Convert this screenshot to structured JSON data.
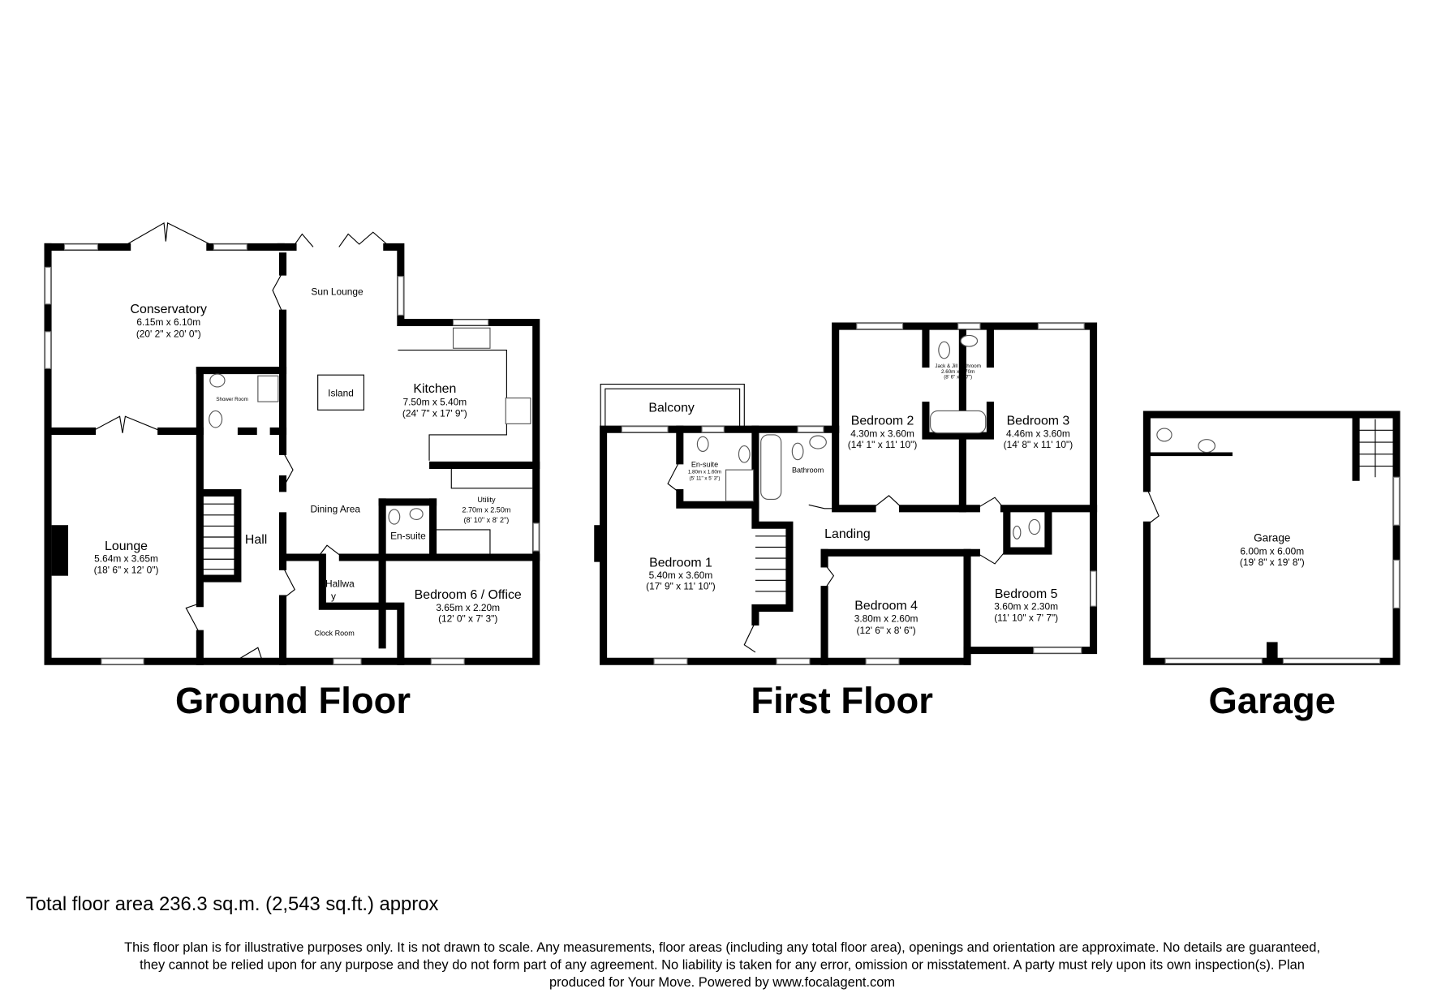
{
  "ground_floor": {
    "title": "Ground Floor",
    "rooms": {
      "conservatory": {
        "name": "Conservatory",
        "metric": "6.15m x 6.10m",
        "imperial": "(20' 2\" x 20' 0\")"
      },
      "sun_lounge": {
        "name": "Sun Lounge"
      },
      "shower_room": {
        "name": "Shower Room"
      },
      "island": {
        "name": "Island"
      },
      "kitchen": {
        "name": "Kitchen",
        "metric": "7.50m x 5.40m",
        "imperial": "(24' 7\" x 17' 9\")"
      },
      "dining_area": {
        "name": "Dining Area"
      },
      "utility": {
        "name": "Utility",
        "metric": "2.70m x 2.50m",
        "imperial": "(8' 10\" x 8' 2\")"
      },
      "en_suite": {
        "name": "En-suite"
      },
      "hall": {
        "name": "Hall"
      },
      "lounge": {
        "name": "Lounge",
        "metric": "5.64m x 3.65m",
        "imperial": "(18' 6\" x 12' 0\")"
      },
      "hallway": {
        "name_line1": "Hallwa",
        "name_line2": "y"
      },
      "bedroom6": {
        "name": "Bedroom 6 / Office",
        "metric": "3.65m x 2.20m",
        "imperial": "(12' 0\" x 7' 3\")"
      },
      "clock_room": {
        "name": "Clock Room"
      }
    }
  },
  "first_floor": {
    "title": "First Floor",
    "rooms": {
      "balcony": {
        "name": "Balcony"
      },
      "en_suite": {
        "name": "En-suite",
        "metric": "1.80m x 1.60m",
        "imperial": "(5' 11\" x 5' 3\")"
      },
      "bathroom": {
        "name": "Bathroom"
      },
      "jack_jill": {
        "name": "Jack & Jill Bathroom",
        "metric": "2.60m x 1.70m",
        "imperial": "(8' 6\" x 5' 7\")"
      },
      "bedroom2": {
        "name": "Bedroom 2",
        "metric": "4.30m x 3.60m",
        "imperial": "(14' 1\" x 11' 10\")"
      },
      "bedroom3": {
        "name": "Bedroom 3",
        "metric": "4.46m x 3.60m",
        "imperial": "(14' 8\" x 11' 10\")"
      },
      "landing": {
        "name": "Landing"
      },
      "bedroom1": {
        "name": "Bedroom 1",
        "metric": "5.40m x 3.60m",
        "imperial": "(17' 9\" x 11' 10\")"
      },
      "bedroom4": {
        "name": "Bedroom 4",
        "metric": "3.80m x 2.60m",
        "imperial": "(12' 6\" x 8' 6\")"
      },
      "bedroom5": {
        "name": "Bedroom 5",
        "metric": "3.60m x 2.30m",
        "imperial": "(11' 10\" x 7' 7\")"
      }
    }
  },
  "garage": {
    "title": "Garage",
    "rooms": {
      "garage": {
        "name": "Garage",
        "metric": "6.00m x 6.00m",
        "imperial": "(19' 8\" x 19' 8\")"
      }
    }
  },
  "footer": {
    "total_area": "Total floor area 236.3 sq.m. (2,543 sq.ft.) approx",
    "disclaimer_lines": [
      "This floor plan is for illustrative purposes only. It is not drawn to scale. Any measurements, floor areas (including any total floor area), openings and orientation are approximate. No details are guaranteed,",
      "they cannot be relied upon for any purpose and they do not form part of any agreement. No liability is taken for any error, omission or misstatement. A party must rely upon its own inspection(s).  Plan",
      "produced for Your Move. Powered by www.focalagent.com"
    ]
  }
}
